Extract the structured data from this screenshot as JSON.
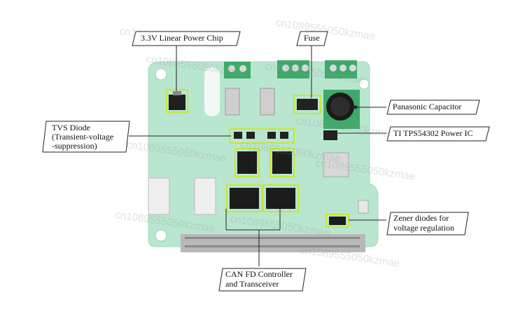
{
  "labels": {
    "linear_power_chip": "3.3V Linear Power Chip",
    "fuse": "Fuse",
    "panasonic_capacitor": "Panasonic Capacitor",
    "tvs_line1": "TVS Diode",
    "tvs_line2": "(Transient-voltage",
    "tvs_line3": "-suppression)",
    "ti_power_ic": "TI TPS54302 Power IC",
    "zener_line1": "Zener diodes for",
    "zener_line2": "voltage regulation",
    "can_line1": "CAN FD Controller",
    "can_line2": "and Transceiver"
  },
  "watermark": "cn1089555050kzmae",
  "colors": {
    "board": "#b9e6cf",
    "board_edge": "#a6d8bf",
    "highlight": "#c8e639",
    "terminal": "#3daa6b",
    "header_pins": "#b8b8b8"
  }
}
